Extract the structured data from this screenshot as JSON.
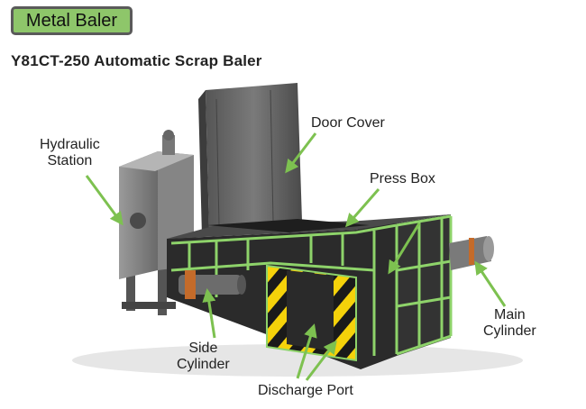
{
  "badge": {
    "label": "Metal Baler"
  },
  "subtitle": "Y81CT-250 Automatic Scrap Baler",
  "callouts": {
    "hydraulic_station": {
      "line1": "Hydraulic",
      "line2": "Station"
    },
    "door_cover": "Door Cover",
    "press_box": "Press Box",
    "main_cylinder": {
      "line1": "Main",
      "line2": "Cylinder"
    },
    "side_cylinder": {
      "line1": "Side",
      "line2": "Cylinder"
    },
    "discharge_port": "Discharge Port"
  },
  "colors": {
    "badge_bg": "#8ec66a",
    "arrow_green": "#7dc150",
    "machine_frame": "#8ed36a",
    "hazard_yellow": "#f5d20a"
  }
}
